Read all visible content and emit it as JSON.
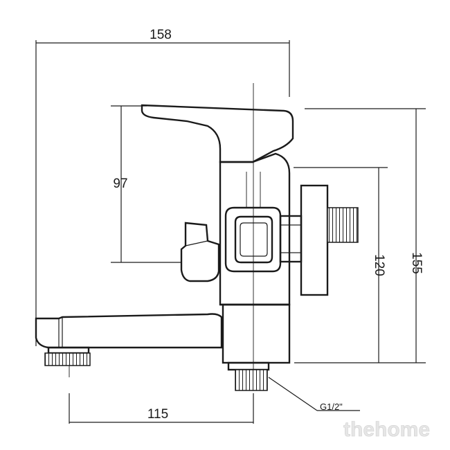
{
  "dimensions": {
    "overall_width": "158",
    "lever_height": "97",
    "spout_reach": "115",
    "inlet_height": "120",
    "total_height": "155"
  },
  "connection_label": "G1/2\"",
  "watermark": "thehome"
}
